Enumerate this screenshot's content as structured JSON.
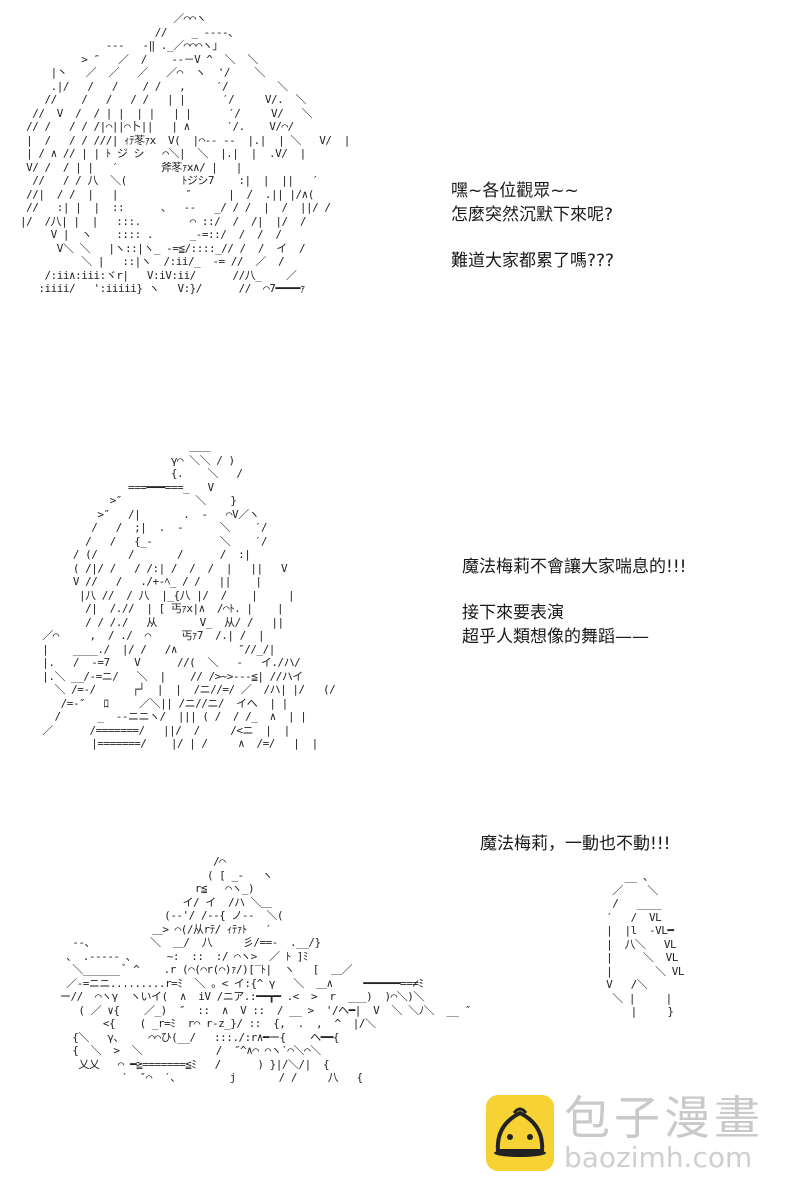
{
  "panels": [
    {
      "dialog": [
        "嘿~各位觀眾~~",
        "怎麼突然沉默下來呢?",
        "",
        "難道大家都累了嗎???"
      ],
      "art": [
        "                         ／⌒⌒ヽ",
        "                      //    _ ----、",
        "              ---   -‖ ._／⌒⌒⌒ヽ」",
        "          > ″   ／  /    --－V ^  ＼  ＼",
        "     |丶   ／  ／   ／   ／⌒  ヽ  '/    ＼",
        "     .|/   /   /    / /   ,     ′/        ＼",
        "    //    /   /   / /   | |      ′/     V/.  ＼",
        "  //  V  /  / | |  | |   | |      ′/     V/   ＼",
        " // /   / / /|⌒||⌒卜||   | ∧      ′/.    V/⌒/",
        " |  /   / / ///| ｨﾃ苳ｧx  V(  |⌒-- --  |.|  | ＼   V/  |",
        " | / ∧ // | | ﾄ ジ シ   ⌒＼|  ＼  |.|  |  .V/  |",
        " V/ /  / | |   ′       斧苳ｧx∧/ |   |",
        "  //   / / 八  ＼(         ﾄジシ7    :|  |  ||   ′",
        " //|  / /  |   |           ″      |  /  .|| |/∧(",
        " //   :| |  |  ::      、  --   _/ / /  |  /  ||/ /",
        "|/  /八| |  |   :::.        ⌒ ::/  /  /|  |/  /",
        "     V |  ヽ    :::: .      _-=::/  /  /  /",
        "      V＼ ＼   |ヽ::|ヽ_ -=≦/::::_// /  /  イ  /",
        "          ＼ |   ::|ヽ  /:ii/_  -= //  ／  /",
        "    /:ii∧:iii:ヾr|   V:iV:ii/      //八_    ／",
        "   :iiii/   ':iiiii} ヽ   V:}/      //  ⌒7━━━━ｧ"
      ]
    },
    {
      "dialog": [
        "魔法梅莉不會讓大家喘息的!!!",
        "",
        "接下來要表演",
        "超乎人類想像的舞蹈——"
      ],
      "art": [
        "                          ＿＿",
        "                       γ⌒ ＼＼ / )",
        "                       {.    ＼   /",
        "                ===━━━===_   V",
        "             >″            ＼    }",
        "           >″   /|       .  -   ⌒V／ヽ",
        "          /   /  ;|  .  -      ＼    ′/",
        "         /   /   {_-           ＼    ′/",
        "       / (/     /       /      /  :|",
        "       ( /|/ /   / /:| /  /  /  |   ||   V",
        "       V //   /   ./+-ﾍ_ / /   ||    |",
        "        |八 //  / 八  |_{八 |/  /    |     |",
        "         /|  /.//  | [ 丐ｧx|∧  /⌒ﾄ. |    |",
        "         / / /./   从       V_  从/ /   ||",
        "  ／⌒     ,  / ./  ⌒     丐ｧ7  /.| /  |",
        "  |    ____./  |/ /   /∧          ″//_/|",
        "  |.   /  -=7    V      //(  ＼   -   イ./ハ/",
        "  |.＼ __/-=ニ/   ＼  |    // />~>---≦| //ハイ",
        "    ＼ /=-/      ┌┘  |  |  /ニ//=/ ／  /ハ| |/   (/",
        "     /=-″   ﾛ     ／＼|| /ニ//ニ/  イヘ  | |",
        "    /      _  --ニニヽ/  ||| ( /  / /_  ∧  | |",
        "  ／      /=======/   ||/  /     /<ニ  |  |",
        "          |=======/    |/ | /     ∧  /=/   |  |"
      ]
    },
    {
      "dialog": [
        "魔法梅莉，一動也不動!!!"
      ],
      "art": [
        "                         /⌒",
        "                        ( [ _-   ヽ",
        "                      r≦   ⌒ヽ_)",
        "                    イ/ イ  /ハ ＼＿",
        "                 (--'/ /--{ ノ--  ＼(",
        "               ＿> ⌒(/从rﾃ/ ｨﾃｧﾄ   ′",
        "  --、         ＼  ＿/  八     彡/==-  .__/}",
        " 、 .----- 、     ~:  ::  :/ ⌒ヽ>  ／ ﾄ ]ﾐ",
        "  ＼______ ﾞ ^    .r (⌒(⌒r(⌒)ｧ/)[‾ﾄ|  ヽ   [  ＿／",
        " ／-=ニニ.........r=ﾐ  ＼ 。< イ:{^ γ   ＼  ＿∧     ━━━━━━==≠ﾐ",
        "ー//  ⌒ヽγ  ヽいイ(  ∧  iV /ニア.:━━┳━ .<  >  r  ___)  )⌒＼)＼",
        "   ( ／ ∨{    ／_)  ″  ::  ∧  V ::  / __ >  '/ヘ━|  V  ＼ ＼ﾉ＼  __ ″",
        "       <{    ( _r=ﾐ  r⌒ r-z_}/ ::  {,  .  ,  ^  |/＼",
        "  {＼   γ、    ⌒⌒ひ(__/   :::./:r∧━ー{    ヘ━━{",
        "  {  ＼  >  ＼            /  ″^∧⌒ ⌒ヽ′⌒＼⌒＼",
        "   乂乂   ⌒ ━≧=======≦ﾐ   /      ) }|/＼/|  {",
        "          ′  ″⌒  ′、        j       / /     八   {"
      ],
      "art_right": [
        "    __ 、",
        "  ／    ＼",
        "  /   ____",
        " ′   /  VL",
        " |  |l  -VL━",
        " |  八＼   VL",
        " |     ＼  VL",
        " |       ＼ VL",
        " V   /＼    ",
        "  ＼ |     |",
        "     |     }"
      ]
    }
  ],
  "watermark": {
    "brand": "包子漫畫",
    "url": "baozimh.com",
    "logo_color": "#f7d234",
    "icon": "steamed-bun-logo-icon"
  }
}
